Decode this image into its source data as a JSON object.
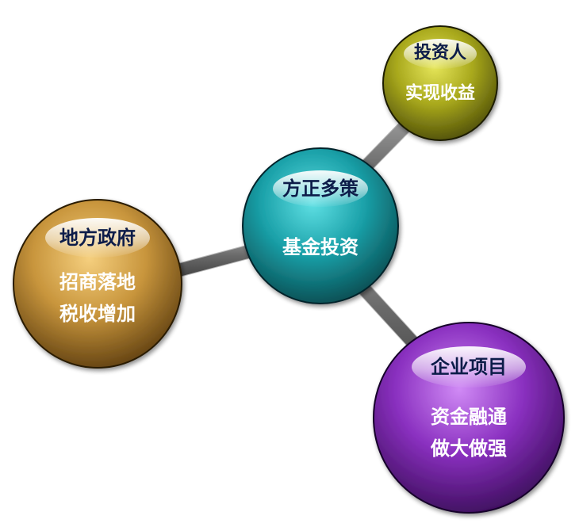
{
  "nodes": {
    "center": {
      "title": "方正多策",
      "lines": [
        "基金投资"
      ],
      "color": "#1aa0a8"
    },
    "investor": {
      "title": "投资人",
      "lines": [
        "实现收益"
      ],
      "color": "#a8a81c"
    },
    "government": {
      "title": "地方政府",
      "lines": [
        "招商落地",
        "税收增加"
      ],
      "color": "#c8953c"
    },
    "enterprise": {
      "title": "企业项目",
      "lines": [
        "资金融通",
        "做大做强"
      ],
      "color": "#8a30c0"
    }
  },
  "colors": {
    "title_text": "#0b1d4a",
    "body_text": "#ffffff",
    "connector": "#6b6b6b"
  }
}
